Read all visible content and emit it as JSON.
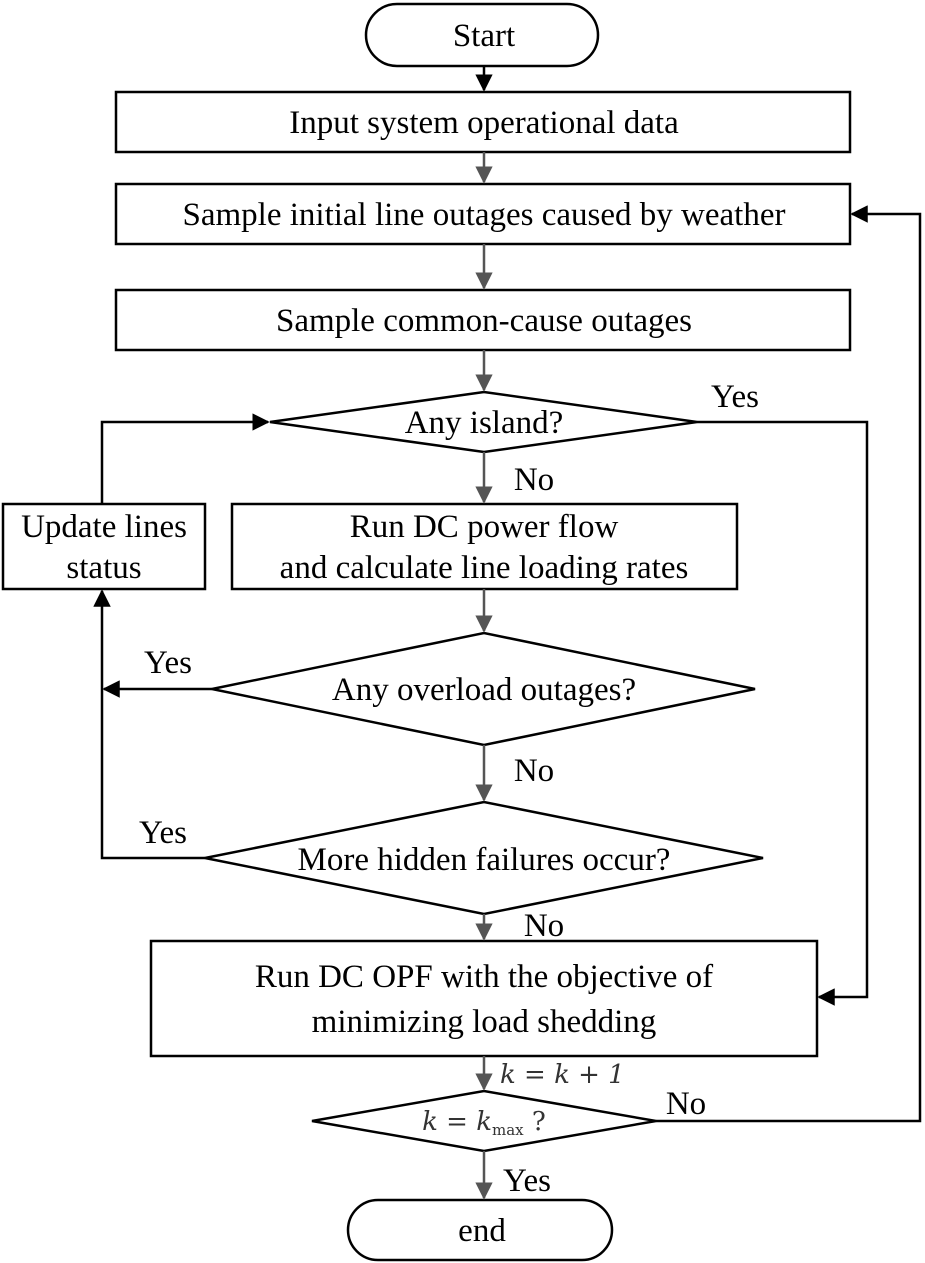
{
  "nodes": {
    "start": "Start",
    "input": "Input system operational data",
    "sample_weather": "Sample initial line outages caused by weather",
    "sample_common": "Sample common-cause outages",
    "any_island": "Any island?",
    "run_pf_line1": "Run DC power flow",
    "run_pf_line2": "and calculate line loading rates",
    "update_line1": "Update lines",
    "update_line2": "status",
    "any_overload": "Any overload outages?",
    "hidden_failures": "More hidden failures occur?",
    "opf_line1": "Run DC OPF with the objective of",
    "opf_line2": "minimizing load shedding",
    "k_check_k": "k",
    "k_check_eq": " = ",
    "k_check_kmax": "k",
    "k_check_max_sub": "max",
    "k_check_q": " ?",
    "end": "end"
  },
  "edges": {
    "island_yes": "Yes",
    "island_no": "No",
    "overload_yes": "Yes",
    "overload_no": "No",
    "hidden_yes": "Yes",
    "hidden_no": "No",
    "k_increment": "k = k + 1",
    "kmax_no": "No",
    "kmax_yes": "Yes"
  },
  "colors": {
    "stroke": "#000000",
    "connector_gray": "#555555",
    "fill": "#ffffff"
  }
}
